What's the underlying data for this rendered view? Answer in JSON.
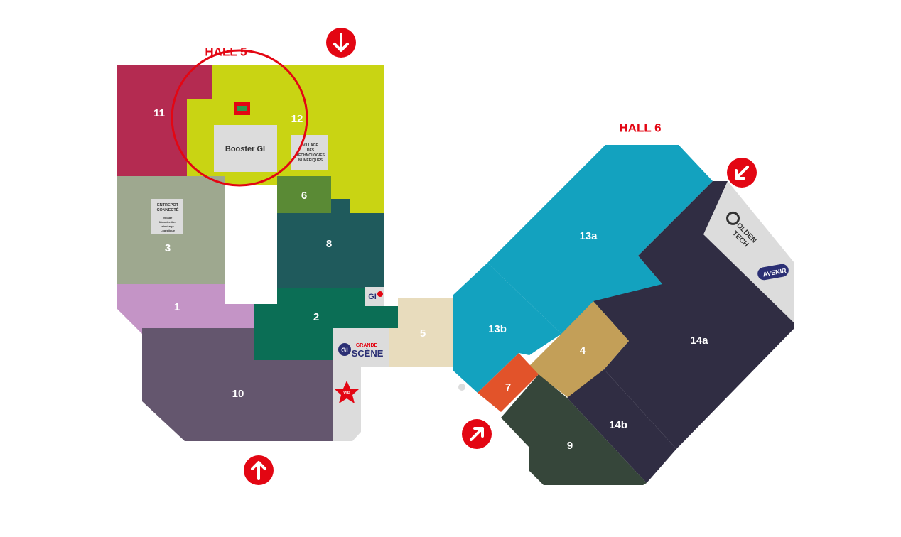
{
  "halls": [
    {
      "label": "HALL 5"
    },
    {
      "label": "HALL 6"
    }
  ],
  "zones": {
    "z1": "1",
    "z2": "2",
    "z3": "3",
    "z4": "4",
    "z5": "5",
    "z6": "6",
    "z7": "7",
    "z8": "8",
    "z9": "9",
    "z10": "10",
    "z11": "11",
    "z12": "12",
    "z13a": "13a",
    "z13b": "13b",
    "z14a": "14a",
    "z14b": "14b"
  },
  "booster": "Booster GI",
  "village": [
    "VILLAGE",
    "DES",
    "TECHNOLOGIES",
    "NUMERIQUES"
  ],
  "entrepot": [
    "ENTREPOT",
    "CONNECTÉ"
  ],
  "entrepot_sub": [
    "Village",
    "Manutention",
    "stockage",
    "Logistique"
  ],
  "grande_scene": {
    "line1": "GRANDE",
    "line2": "SCÈNE",
    "logo": "GI"
  },
  "gitv_logo": "GI",
  "vip": "VIP",
  "golden_tech": [
    "OLDEN",
    "TECH"
  ],
  "avenir": "AVENIR",
  "colors": {
    "accent": "#e30613",
    "z11": "#b42b51",
    "z12": "#c9d413",
    "z3": "#9ea88f",
    "z6": "#5a8a35",
    "z8": "#1f5a5c",
    "z1": "#c494c6",
    "z2": "#0b6e55",
    "z10": "#64566e",
    "z5": "#e8dcbd",
    "z13": "#13a2bf",
    "z14": "#302d43",
    "z4": "#c39f58",
    "z7": "#e2532a",
    "z9": "#36463a",
    "grey": "#dcdcdc"
  },
  "icons": [
    "arrow-down-icon",
    "arrow-up-icon",
    "arrow-down-left-icon",
    "arrow-up-right-icon",
    "star-icon"
  ]
}
